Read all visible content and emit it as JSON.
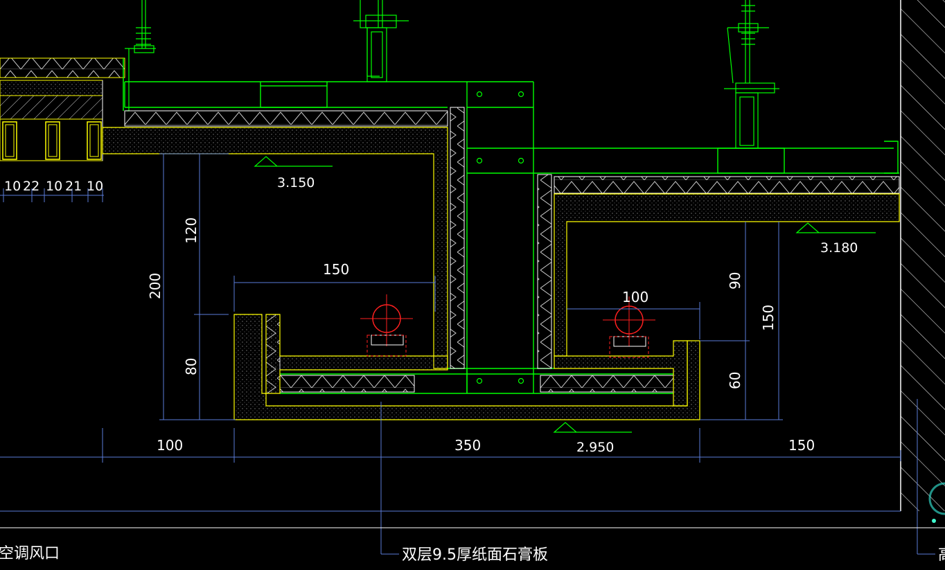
{
  "drawing": {
    "colors": {
      "board": "#00ff00",
      "insulation": "#ffff00",
      "dimension": "#5a7bd8",
      "pipe": "#ff2020",
      "text": "#ffffff",
      "background": "#000000"
    },
    "top_strip_dims": [
      "10",
      "22",
      "10",
      "21",
      "10"
    ],
    "dims": {
      "d120": "120",
      "d200": "200",
      "d80": "80",
      "d150_left": "150",
      "d100_right": "100",
      "d90": "90",
      "d150_right": "150",
      "d60": "60",
      "bottom_100": "100",
      "bottom_350": "350",
      "bottom_150": "150"
    },
    "levels": {
      "left": "3.150",
      "right": "3.180",
      "bottom": "2.950"
    },
    "notes": {
      "left": "空调风口",
      "center": "双层9.5厚纸面石膏板",
      "right": "高"
    }
  }
}
